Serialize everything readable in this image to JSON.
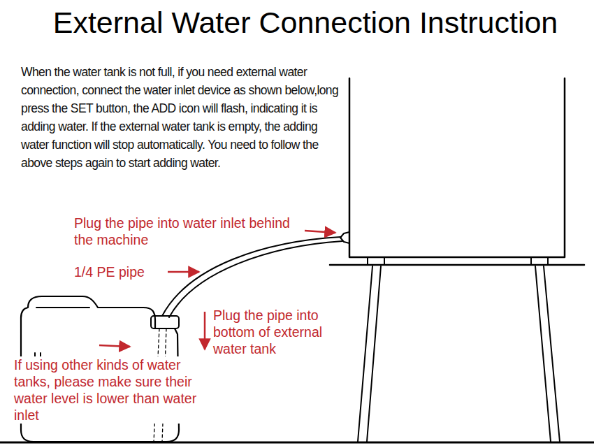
{
  "diagram": {
    "title": "External Water Connection Instruction",
    "labels": [
      "When the water tank is not full, if you need external water connection, connect the water inlet device as shown below,long press the SET button, the ADD icon will flash, indicating it is adding water. If the external water tank is empty, the adding water function will stop automatically. You need to follow the above steps again to start adding water.",
      "Plug the pipe into water inlet behind the machine",
      "1/4 PE pipe",
      "Plug the pipe into bottom of external water tank",
      "If using other kinds of water tanks, please make sure their water level is lower than water inlet"
    ]
  }
}
